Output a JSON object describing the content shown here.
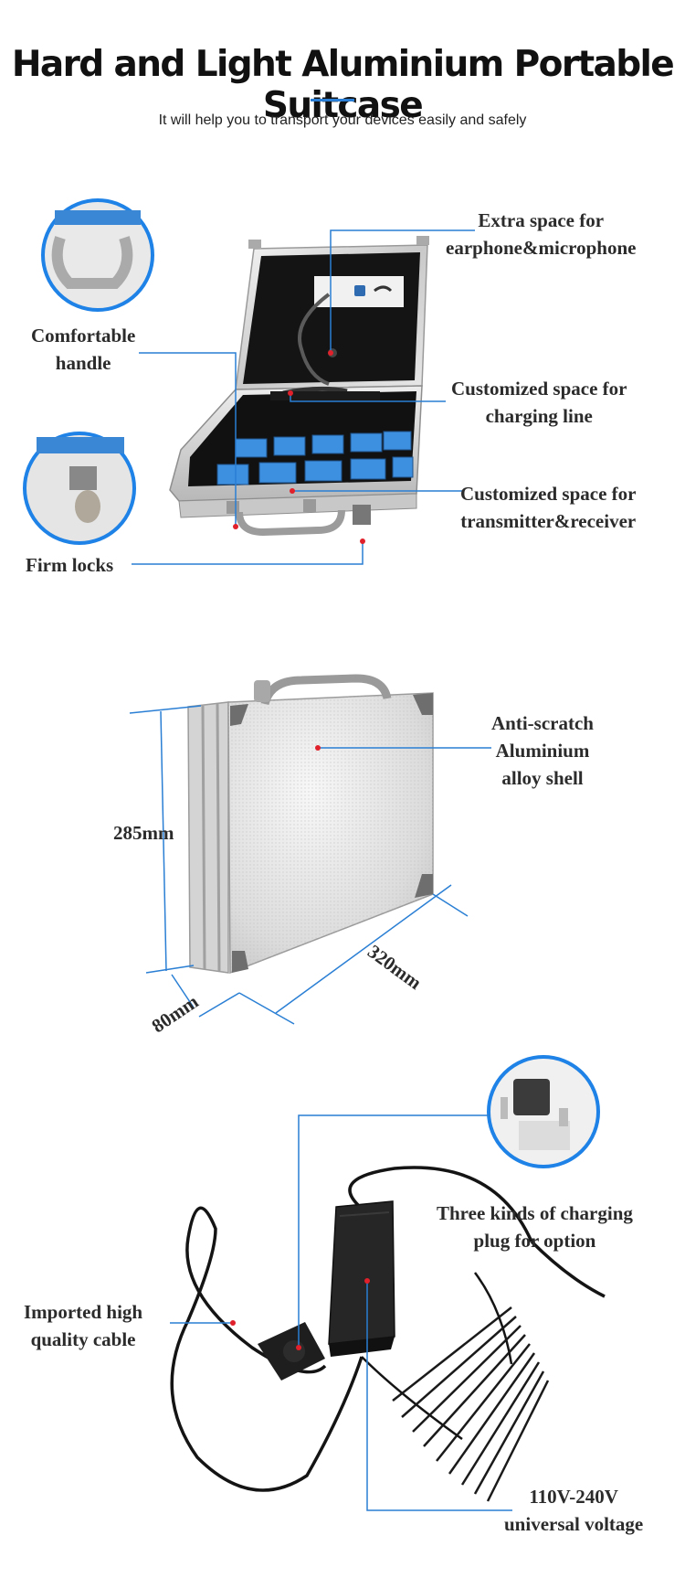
{
  "header": {
    "title": "Hard and Light Aluminium Portable Suitcase",
    "subtitle": "It will help you to transport your devices easily and safely"
  },
  "case_open": {
    "callouts": {
      "extra_space": [
        "Extra space for",
        "earphone&microphone"
      ],
      "handle": [
        "Comfortable",
        "handle"
      ],
      "charging_line": [
        "Customized space for",
        "charging line"
      ],
      "transmitter": [
        "Customized space for",
        "transmitter&receiver"
      ],
      "locks": "Firm locks"
    }
  },
  "case_closed": {
    "shell": [
      "Anti-scratch",
      "Aluminium",
      "alloy shell"
    ],
    "dimensions": {
      "height": "285mm",
      "length": "320mm",
      "depth": "80mm"
    }
  },
  "charger": {
    "callouts": {
      "plugs": [
        "Three kinds of charging",
        "plug for option"
      ],
      "cable": [
        "Imported high",
        "quality cable"
      ],
      "voltage": [
        "110V-240V",
        "universal voltage"
      ]
    }
  },
  "colors": {
    "accent": "#2a7fd4",
    "marker": "#e0202a",
    "device_blue": "#3d8fe0"
  }
}
